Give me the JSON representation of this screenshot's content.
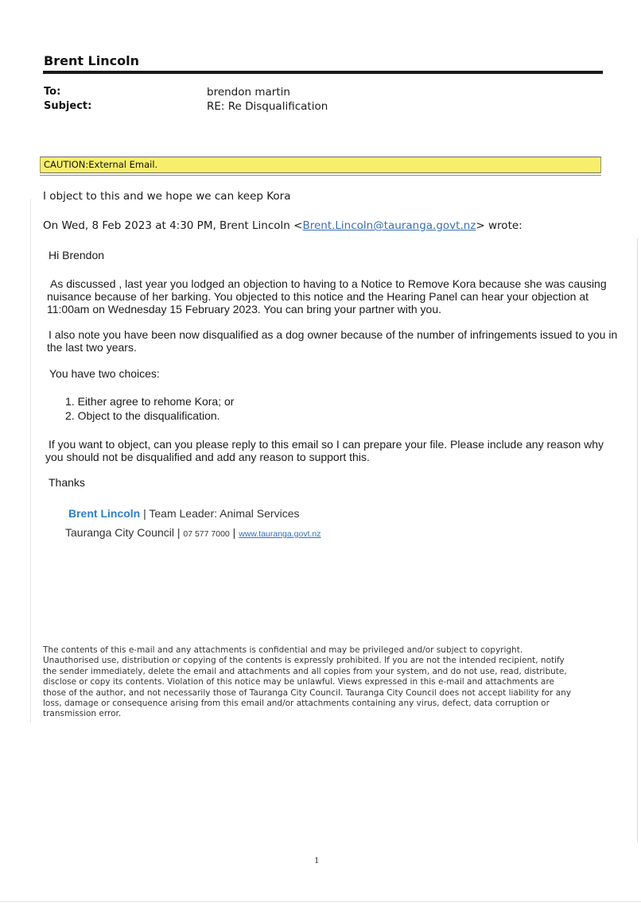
{
  "email": {
    "sender": "Brent Lincoln",
    "to_label": "To:",
    "to_value": "brendon martin",
    "subject_label": "Subject:",
    "subject_value": "RE: Re Disqualification",
    "caution": "CAUTION:External Email.",
    "reply_body": "I object to this and we hope we can keep Kora",
    "quote_header_prefix": "On Wed, 8 Feb 2023 at 4:30 PM, Brent Lincoln <",
    "quote_header_email": "Brent.Lincoln@tauranga.govt.nz",
    "quote_header_suffix": "> wrote:"
  },
  "quoted": {
    "greeting": "Hi Brendon",
    "para1_line1": "As discussed , last year you lodged an objection to having to a Notice to Remove Kora because she was causing",
    "para1_line2": "nuisance because of her barking. You objected to this notice and the Hearing Panel can hear your objection at",
    "para1_line3": "11:00am on Wednesday 15 February 2023. You can bring your partner with you.",
    "para2_line1": "I also note you have been now disqualified as a dog owner because of the number of infringements issued to you in",
    "para2_line2": "the last two years.",
    "choices_intro": "You have two choices:",
    "choices": [
      "1.  Either agree to rehome Kora; or",
      "2.  Object to the disqualification."
    ],
    "para3_line1": "If you want to object, can you please reply to this email so I can prepare your file. Please include any reason why",
    "para3_line2": "you should not be disqualified and add any reason to support this.",
    "thanks": "Thanks"
  },
  "signature": {
    "name": "Brent Lincoln",
    "role": " |  Team Leader: Animal Services",
    "org": "Tauranga City Council | ",
    "phone": "07 577 7000",
    "separator": " | ",
    "website": "www.tauranga.govt.nz"
  },
  "disclaimer": {
    "lines": [
      "The contents of this e-mail and any attachments is confidential and may be privileged and/or subject to copyright.",
      "Unauthorised use, distribution or copying of the contents is expressly prohibited. If you are not the intended recipient, notify",
      "the sender immediately, delete the email and attachments and all copies from your system, and do not use, read, distribute,",
      "disclose or copy its contents. Violation of this notice may be unlawful. Views expressed in this e-mail and attachments are",
      "those of the author, and not necessarily those of Tauranga City Council. Tauranga City Council does not accept liability for any",
      "loss, damage or consequence arising from this email and/or attachments containing any virus, defect, data corruption or",
      "transmission error."
    ]
  },
  "page_number": "1",
  "colors": {
    "caution_bg": "#f7ef6b",
    "link": "#3a6fb0",
    "signature_name": "#2e7fc8"
  }
}
